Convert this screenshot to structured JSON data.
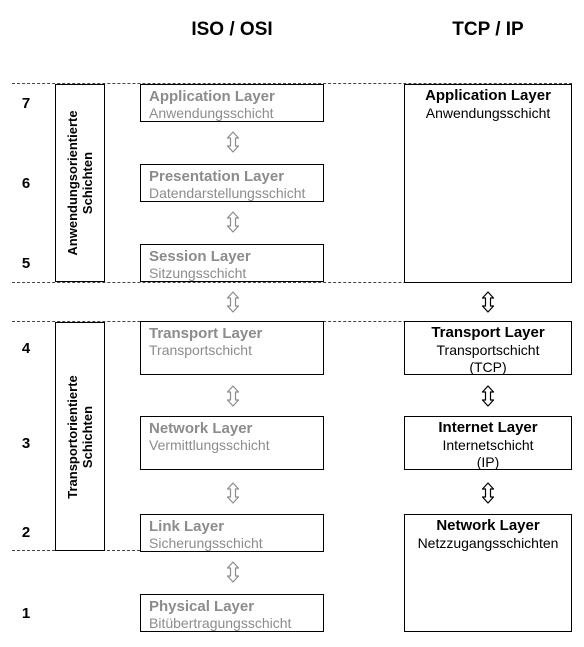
{
  "headings": {
    "osi": "ISO / OSI",
    "tcp": "TCP / IP"
  },
  "layer_numbers": [
    "7",
    "6",
    "5",
    "4",
    "3",
    "2",
    "1"
  ],
  "side_labels": {
    "application": [
      "Anwendungsorientierte",
      "Schichten"
    ],
    "transport": [
      "Transportorientierte",
      "Schichten"
    ]
  },
  "osi_layers": [
    {
      "title": "Application Layer",
      "subtitle": "Anwendungsschicht"
    },
    {
      "title": "Presentation Layer",
      "subtitle": "Datendarstellungsschicht"
    },
    {
      "title": "Session Layer",
      "subtitle": "Sitzungsschicht"
    },
    {
      "title": "Transport Layer",
      "subtitle": "Transportschicht"
    },
    {
      "title": "Network Layer",
      "subtitle": "Vermittlungsschicht"
    },
    {
      "title": "Link Layer",
      "subtitle": "Sicherungsschicht"
    },
    {
      "title": "Physical Layer",
      "subtitle": "Bitübertragungsschicht"
    }
  ],
  "tcp_layers": [
    {
      "title": "Application Layer",
      "subtitle": "Anwendungsschicht",
      "protocol": ""
    },
    {
      "title": "Transport Layer",
      "subtitle": "Transportschicht",
      "protocol": "(TCP)"
    },
    {
      "title": "Internet Layer",
      "subtitle": "Internetschicht",
      "protocol": "(IP)"
    },
    {
      "title": "Network Layer",
      "subtitle": "Netzzugangsschichten",
      "protocol": ""
    }
  ],
  "colors": {
    "osi_text": "#8c8c8c",
    "tcp_text": "#000000",
    "arrow": "#8c8c8c",
    "line": "#444444"
  },
  "icons": {
    "connector": "double-vertical-arrow-icon"
  }
}
